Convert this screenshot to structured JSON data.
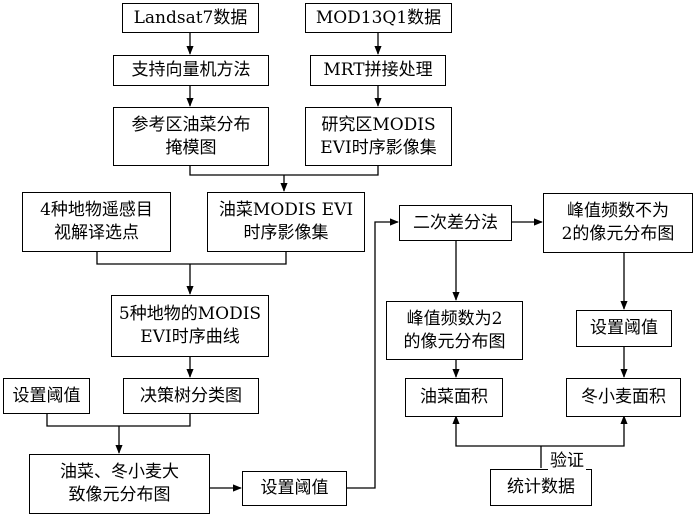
{
  "nodes": {
    "landsat": "Landsat7数据",
    "mod13": "MOD13Q1数据",
    "svm": "支持向量机方法",
    "mrt": "MRT拼接处理",
    "mask": "参考区油菜分布\n掩模图",
    "evi_series": "研究区MODIS\nEVI时序影像集",
    "samples": "4种地物遥感目\n视解译选点",
    "rape_evi": "油菜MODIS EVI\n时序影像集",
    "curves": "5种地物的MODIS\nEVI时序曲线",
    "thresh_a": "设置阈值",
    "tree": "决策树分类图",
    "rough": "油菜、冬小麦大\n致像元分布图",
    "thresh_b": "设置阈值",
    "second_diff": "二次差分法",
    "peak_not2": "峰值频数不为\n2的像元分布图",
    "peak2": "峰值频数为2\n的像元分布图",
    "thresh_c": "设置阈值",
    "rape_area": "油菜面积",
    "wheat_area": "冬小麦面积",
    "stats": "统计数据"
  },
  "labels": {
    "validate": "验证"
  }
}
